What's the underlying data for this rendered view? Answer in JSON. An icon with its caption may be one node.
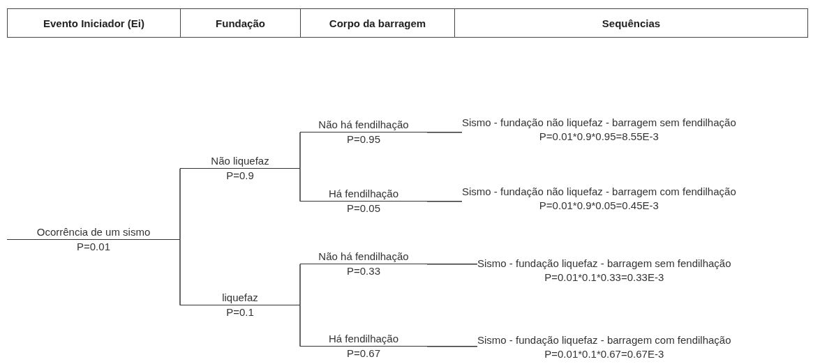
{
  "diagram": {
    "nodes": [
      {
        "text": [
          "Ocorrência de um sismo",
          "P=0.01"
        ]
      },
      {
        "text": [
          "Não liquefaz",
          "P=0.9"
        ]
      },
      {
        "text": [
          "liquefaz",
          "P=0.1"
        ]
      },
      {
        "text": [
          "Não há fendilhação",
          "P=0.95"
        ]
      },
      {
        "text": [
          "Há fendilhação",
          "P=0.05"
        ]
      },
      {
        "text": [
          "Não há fendilhação",
          "P=0.33"
        ]
      },
      {
        "text": [
          "Há fendilhação",
          "P=0.67"
        ]
      },
      {
        "text": [
          "Sismo - fundação não liquefaz - barragem sem fendilhação",
          "P=0.01*0.9*0.95=8.55E-3"
        ]
      },
      {
        "text": [
          "Sismo - fundação não liquefaz - barragem com fendilhação",
          "P=0.01*0.9*0.05=0.45E-3"
        ]
      },
      {
        "text": [
          "Sismo - fundação liquefaz - barragem sem fendilhação",
          "P=0.01*0.1*0.33=0.33E-3"
        ]
      },
      {
        "text": [
          "Sismo - fundação liquefaz - barragem com fendilhação",
          "P=0.01*0.1*0.67=0.67E-3"
        ]
      }
    ],
    "edges": [
      {
        "from": 0,
        "to": 1,
        "arrow": "none"
      },
      {
        "from": 0,
        "to": 2,
        "arrow": "none"
      },
      {
        "from": 1,
        "to": 3,
        "arrow": "none"
      },
      {
        "from": 1,
        "to": 4,
        "arrow": "none"
      },
      {
        "from": 2,
        "to": 5,
        "arrow": "none"
      },
      {
        "from": 2,
        "to": 6,
        "arrow": "none"
      },
      {
        "from": 3,
        "to": 7,
        "arrow": "none"
      },
      {
        "from": 4,
        "to": 8,
        "arrow": "none"
      },
      {
        "from": 5,
        "to": 9,
        "arrow": "none"
      },
      {
        "from": 6,
        "to": 10,
        "arrow": "none"
      }
    ],
    "labels": [
      "Evento Iniciador (Ei)",
      "Fundação",
      "Corpo da barragem",
      "Sequências"
    ]
  }
}
